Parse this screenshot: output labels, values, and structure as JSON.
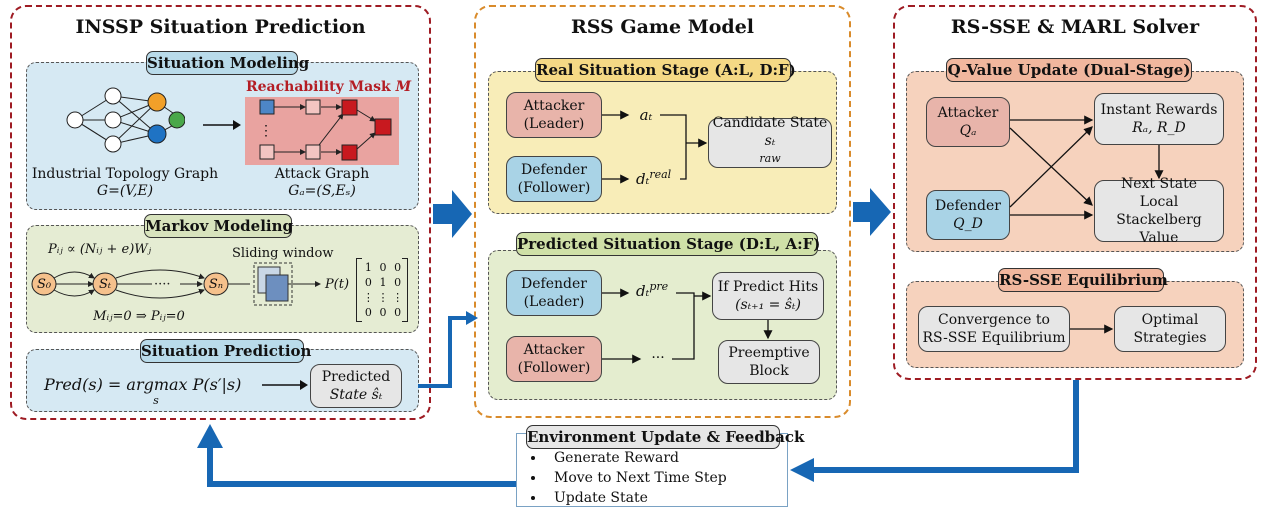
{
  "col1": {
    "title": "INSSP Situation Prediction",
    "situation_modeling": {
      "title": "Situation Modeling",
      "reach_mask": "Reachability Mask",
      "reach_mask_sym": "M",
      "ellipsis": "⋮",
      "topo_label": "Industrial Topology Graph",
      "topo_formula": "G=(V,E)",
      "attack_label": "Attack Graph",
      "attack_formula": "Gₐ=(S,Eₛ)"
    },
    "markov_modeling": {
      "title": "Markov Modeling",
      "prob_formula": "Pᵢⱼ ∝ (Nᵢⱼ + e)Wⱼ",
      "sliding_window": "Sliding window",
      "s0": "S₀",
      "st": "Sₜ",
      "sn": "Sₙ",
      "pt": "P(t)",
      "constraint": "Mᵢⱼ=0 ⇒ Pᵢⱼ=0",
      "matrix_rows": [
        [
          "1",
          "0",
          "0"
        ],
        [
          "0",
          "1",
          "0"
        ],
        [
          "⋮",
          "⋮",
          "⋮"
        ],
        [
          "0",
          "0",
          "0"
        ]
      ]
    },
    "situation_prediction": {
      "title": "Situation Prediction",
      "formula": "Pred(s) = argmax P(s′|s)",
      "formula_sub": "s",
      "predicted_line1": "Predicted",
      "predicted_line2": "State ŝₜ"
    }
  },
  "col2": {
    "title": "RSS Game Model",
    "real_stage": {
      "title": "Real Situation Stage (A:L, D:F)",
      "attacker_line1": "Attacker",
      "attacker_line2": "(Leader)",
      "defender_line1": "Defender",
      "defender_line2": "(Follower)",
      "a_t": "aₜ",
      "d_t_real": "dₜ",
      "d_t_real_sup": "real",
      "candidate_line1": "Candidate State",
      "candidate_line2": "sₜ",
      "candidate_sup": "raw"
    },
    "predicted_stage": {
      "title": "Predicted Situation Stage (D:L, A:F)",
      "defender_line1": "Defender",
      "defender_line2": "(Leader)",
      "attacker_line1": "Attacker",
      "attacker_line2": "(Follower)",
      "d_t_pre": "dₜ",
      "d_t_pre_sup": "pre",
      "dots": "···",
      "hits_line1": "If Predict Hits",
      "hits_line2": "(sₜ₊₁ = ŝₜ)",
      "preempt_line1": "Preemptive",
      "preempt_line2": "Block"
    }
  },
  "col3": {
    "title": "RS-SSE & MARL Solver",
    "qvalue": {
      "title": "Q-Value Update (Dual-Stage)",
      "attacker": "Attacker",
      "attacker_q": "Qₐ",
      "defender": "Defender",
      "defender_q": "Q_D",
      "rewards_line1": "Instant Rewards",
      "rewards_line2": "Rₐ, R_D",
      "next_line1": "Next State",
      "next_line2": "Local Stackelberg",
      "next_line3": "Value"
    },
    "equilibrium": {
      "title": "RS-SSE Equilibrium",
      "conv_line1": "Convergence to",
      "conv_line2": "RS-SSE Equilibrium",
      "opt_line1": "Optimal",
      "opt_line2": "Strategies"
    }
  },
  "feedback": {
    "title": "Environment Update & Feedback",
    "items": [
      "Generate Reward",
      "Move to Next Time Step",
      "Update State"
    ]
  },
  "colors": {
    "red_border": "#9e1b23",
    "orange_border": "#d98b2b",
    "arrow_blue": "#1767b4",
    "attacker_fill": "#e8b4aa",
    "defender_fill": "#a9d3e6",
    "gray_fill": "#e6e6e6"
  }
}
